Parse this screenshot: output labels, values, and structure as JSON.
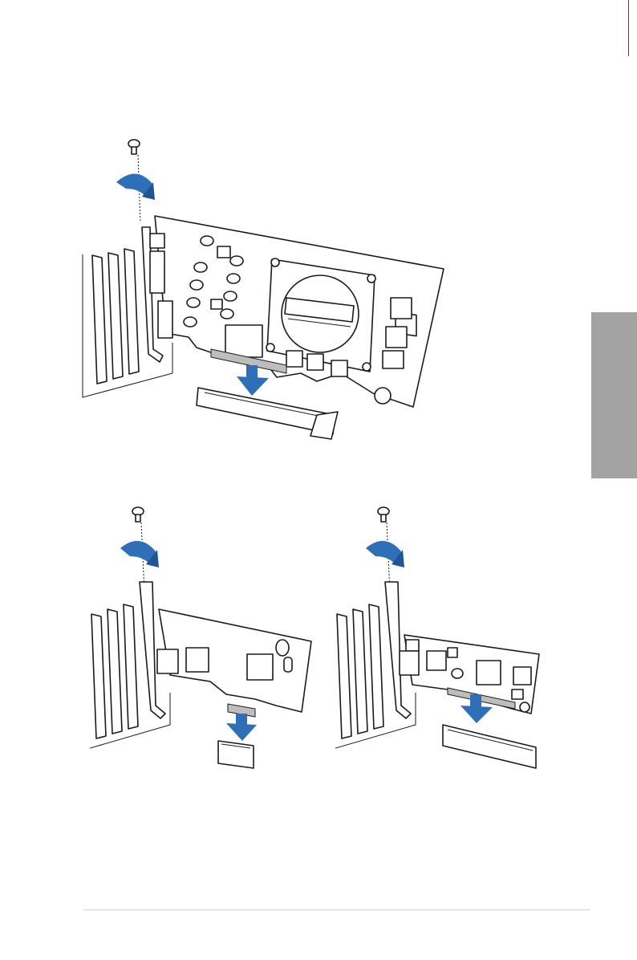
{
  "page": {
    "side_tab_color": "#a3a3a3",
    "arrow_color": "#2f6fb8",
    "footer_rule_color": "#cfcfcf"
  },
  "illustrations": [
    {
      "name": "graphics-card-installation",
      "icon": "gpu-card-icon"
    },
    {
      "name": "pcie-x1-card-installation",
      "icon": "pcie-x1-card-icon"
    },
    {
      "name": "pci-card-installation",
      "icon": "pci-card-icon"
    }
  ]
}
